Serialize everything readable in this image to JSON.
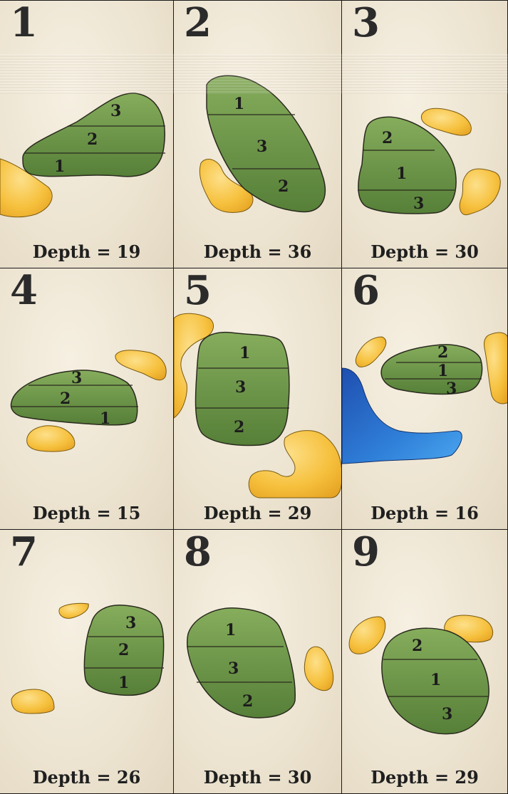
{
  "holes": [
    {
      "number": "1",
      "depth_label": "Depth = 19",
      "tiers": [
        "3",
        "2",
        "1"
      ]
    },
    {
      "number": "2",
      "depth_label": "Depth = 36",
      "tiers": [
        "1",
        "3",
        "2"
      ]
    },
    {
      "number": "3",
      "depth_label": "Depth = 30",
      "tiers": [
        "2",
        "1",
        "3"
      ]
    },
    {
      "number": "4",
      "depth_label": "Depth = 15",
      "tiers": [
        "3",
        "2",
        "1"
      ]
    },
    {
      "number": "5",
      "depth_label": "Depth = 29",
      "tiers": [
        "1",
        "3",
        "2"
      ]
    },
    {
      "number": "6",
      "depth_label": "Depth = 16",
      "tiers": [
        "2",
        "1",
        "3"
      ]
    },
    {
      "number": "7",
      "depth_label": "Depth = 26",
      "tiers": [
        "3",
        "2",
        "1"
      ]
    },
    {
      "number": "8",
      "depth_label": "Depth = 30",
      "tiers": [
        "1",
        "3",
        "2"
      ]
    },
    {
      "number": "9",
      "depth_label": "Depth = 29",
      "tiers": [
        "2",
        "1",
        "3"
      ]
    }
  ],
  "colors": {
    "green": "#6d9a4a",
    "green_dark": "#4f7a35",
    "bunker": "#f5be3a",
    "water": "#2f86d8",
    "outline": "#2a2a1e",
    "background": "#ede3d1"
  }
}
